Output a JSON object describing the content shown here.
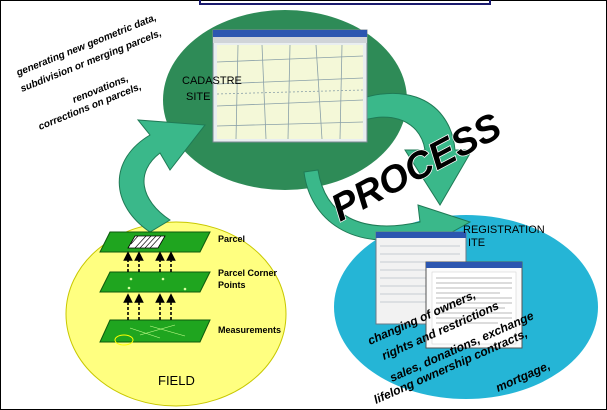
{
  "cadastre": {
    "label_line1": "CADASTRE",
    "label_line2": "SITE",
    "notes": [
      "generating new geometric data,",
      "subdivision or merging parcels,",
      "renovations,",
      "corrections on parcels,"
    ]
  },
  "registration": {
    "label_line1": "REGISTRATION",
    "label_line2": "ITE",
    "notes": [
      "changing of owners,",
      "rights and restrictions",
      "sales, donations, exchange",
      "lifelong ownership contracts,",
      "mortgage,"
    ]
  },
  "process": {
    "label": "PROCESS"
  },
  "field": {
    "label": "FIELD",
    "layers": [
      "Parcel",
      "Parcel Corner Points",
      "Measurements"
    ],
    "layer_lines": [
      [
        "Parcel"
      ],
      [
        "Parcel Corner",
        "Points"
      ],
      [
        "Measurements"
      ]
    ]
  },
  "colors": {
    "cadastre_ellipse": "#2e8b57",
    "registration_ellipse": "#25b5d6",
    "field_ellipse": "#ffff80",
    "arrows": "#3ab88a",
    "layers": "#1fa51f"
  }
}
